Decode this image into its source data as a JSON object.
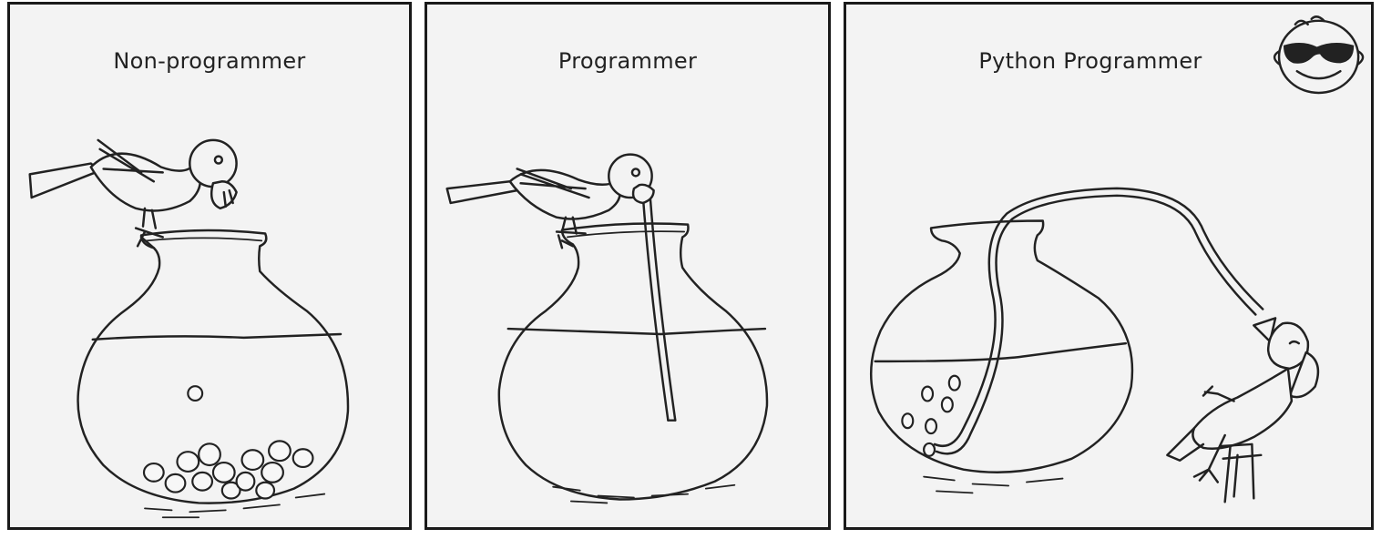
{
  "panels": [
    {
      "title": "Non-programmer"
    },
    {
      "title": "Programmer"
    },
    {
      "title": "Python Programmer"
    }
  ],
  "icons": {
    "bird": "bird-icon",
    "pot": "pot-icon",
    "straw": "straw-icon",
    "face": "sunglasses-face-icon"
  },
  "colors": {
    "ink": "#222222",
    "paper": "#f3f3f3",
    "frame": "#1a1a1a"
  }
}
